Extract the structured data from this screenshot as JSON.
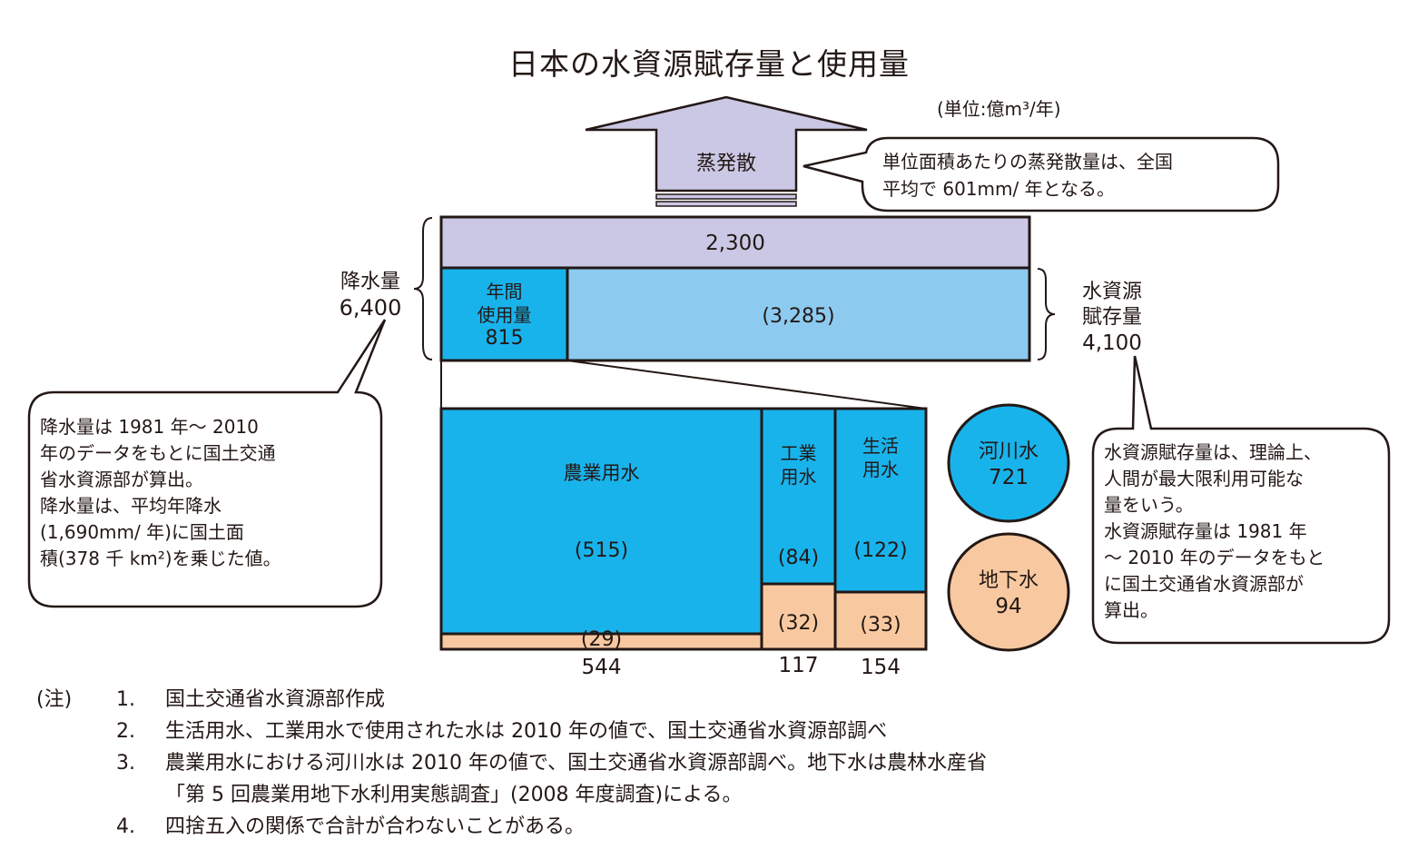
{
  "title": "日本の水資源賦存量と使用量",
  "unit": "(単位:億m³/年)",
  "evaporation": {
    "label": "蒸発散",
    "value": "2,300"
  },
  "evap_bubble": [
    "単位面積あたりの蒸発散量は、全国",
    "平均で 601mm/ 年となる。"
  ],
  "precipitation": {
    "label": "降水量",
    "value": "6,400"
  },
  "precip_bubble": [
    "降水量は 1981 年〜 2010",
    "年のデータをもとに国土交通",
    "省水資源部が算出。",
    "降水量は、平均年降水",
    "(1,690mm/ 年)に国土面",
    "積(378 千 km²)を乗じた値。"
  ],
  "annual_use": {
    "line1": "年間",
    "line2": "使用量",
    "value": "815"
  },
  "remaining": "(3,285)",
  "resources": {
    "line1": "水資源",
    "line2": "賦存量",
    "value": "4,100"
  },
  "resources_bubble": [
    "水資源賦存量は、理論上、",
    "人間が最大限利用可能な",
    "量をいう。",
    "水資源賦存量は 1981 年",
    "〜 2010 年のデータをもと",
    "に国土交通省水資源部が",
    "算出。"
  ],
  "usage": {
    "agri": {
      "label": "農業用水",
      "river": "(515)",
      "ground": "(29)",
      "total": "544"
    },
    "industry": {
      "line1": "工業",
      "line2": "用水",
      "river": "(84)",
      "ground": "(32)",
      "total": "117"
    },
    "domestic": {
      "line1": "生活",
      "line2": "用水",
      "river": "(122)",
      "ground": "(33)",
      "total": "154"
    }
  },
  "legend": {
    "river": {
      "label": "河川水",
      "value": "721"
    },
    "ground": {
      "label": "地下水",
      "value": "94"
    }
  },
  "notes": {
    "prefix": "(注)",
    "items": [
      {
        "num": "1.",
        "text": "国土交通省水資源部作成"
      },
      {
        "num": "2.",
        "text": "生活用水、工業用水で使用された水は 2010 年の値で、国土交通省水資源部調べ"
      },
      {
        "num": "3.",
        "text": "農業用水における河川水は 2010 年の値で、国土交通省水資源部調べ。地下水は農林水産省"
      },
      {
        "num": "",
        "text": "「第 5 回農業用地下水利用実態調査」(2008 年度調査)による。"
      },
      {
        "num": "4.",
        "text": "四捨五入の関係で合計が合わないことがある。"
      }
    ]
  },
  "colors": {
    "evap": "#cac8e4",
    "resource": "#8dcaf0",
    "river": "#19b3ec",
    "ground": "#f8c9a0",
    "line": "#231815"
  }
}
